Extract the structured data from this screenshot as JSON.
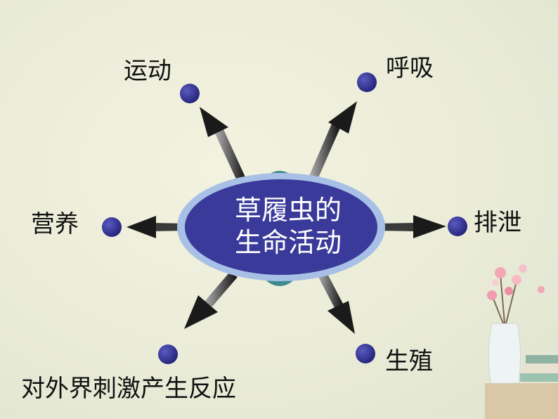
{
  "diagram": {
    "center": {
      "line1": "草履虫的",
      "line2": "生命活动"
    },
    "nodes": [
      {
        "id": "movement",
        "label": "运动"
      },
      {
        "id": "respiration",
        "label": "呼吸"
      },
      {
        "id": "nutrition",
        "label": "营养"
      },
      {
        "id": "excretion",
        "label": "排泄"
      },
      {
        "id": "stimulus-response",
        "label": "对外界刺激产生反应"
      },
      {
        "id": "reproduction",
        "label": "生殖"
      }
    ]
  },
  "colors": {
    "ellipse_fill": "#3a3a9a",
    "ellipse_outer": "#a9c0e6",
    "node_dot": "#2e2e8e",
    "arrow": "#1a1a1a"
  }
}
